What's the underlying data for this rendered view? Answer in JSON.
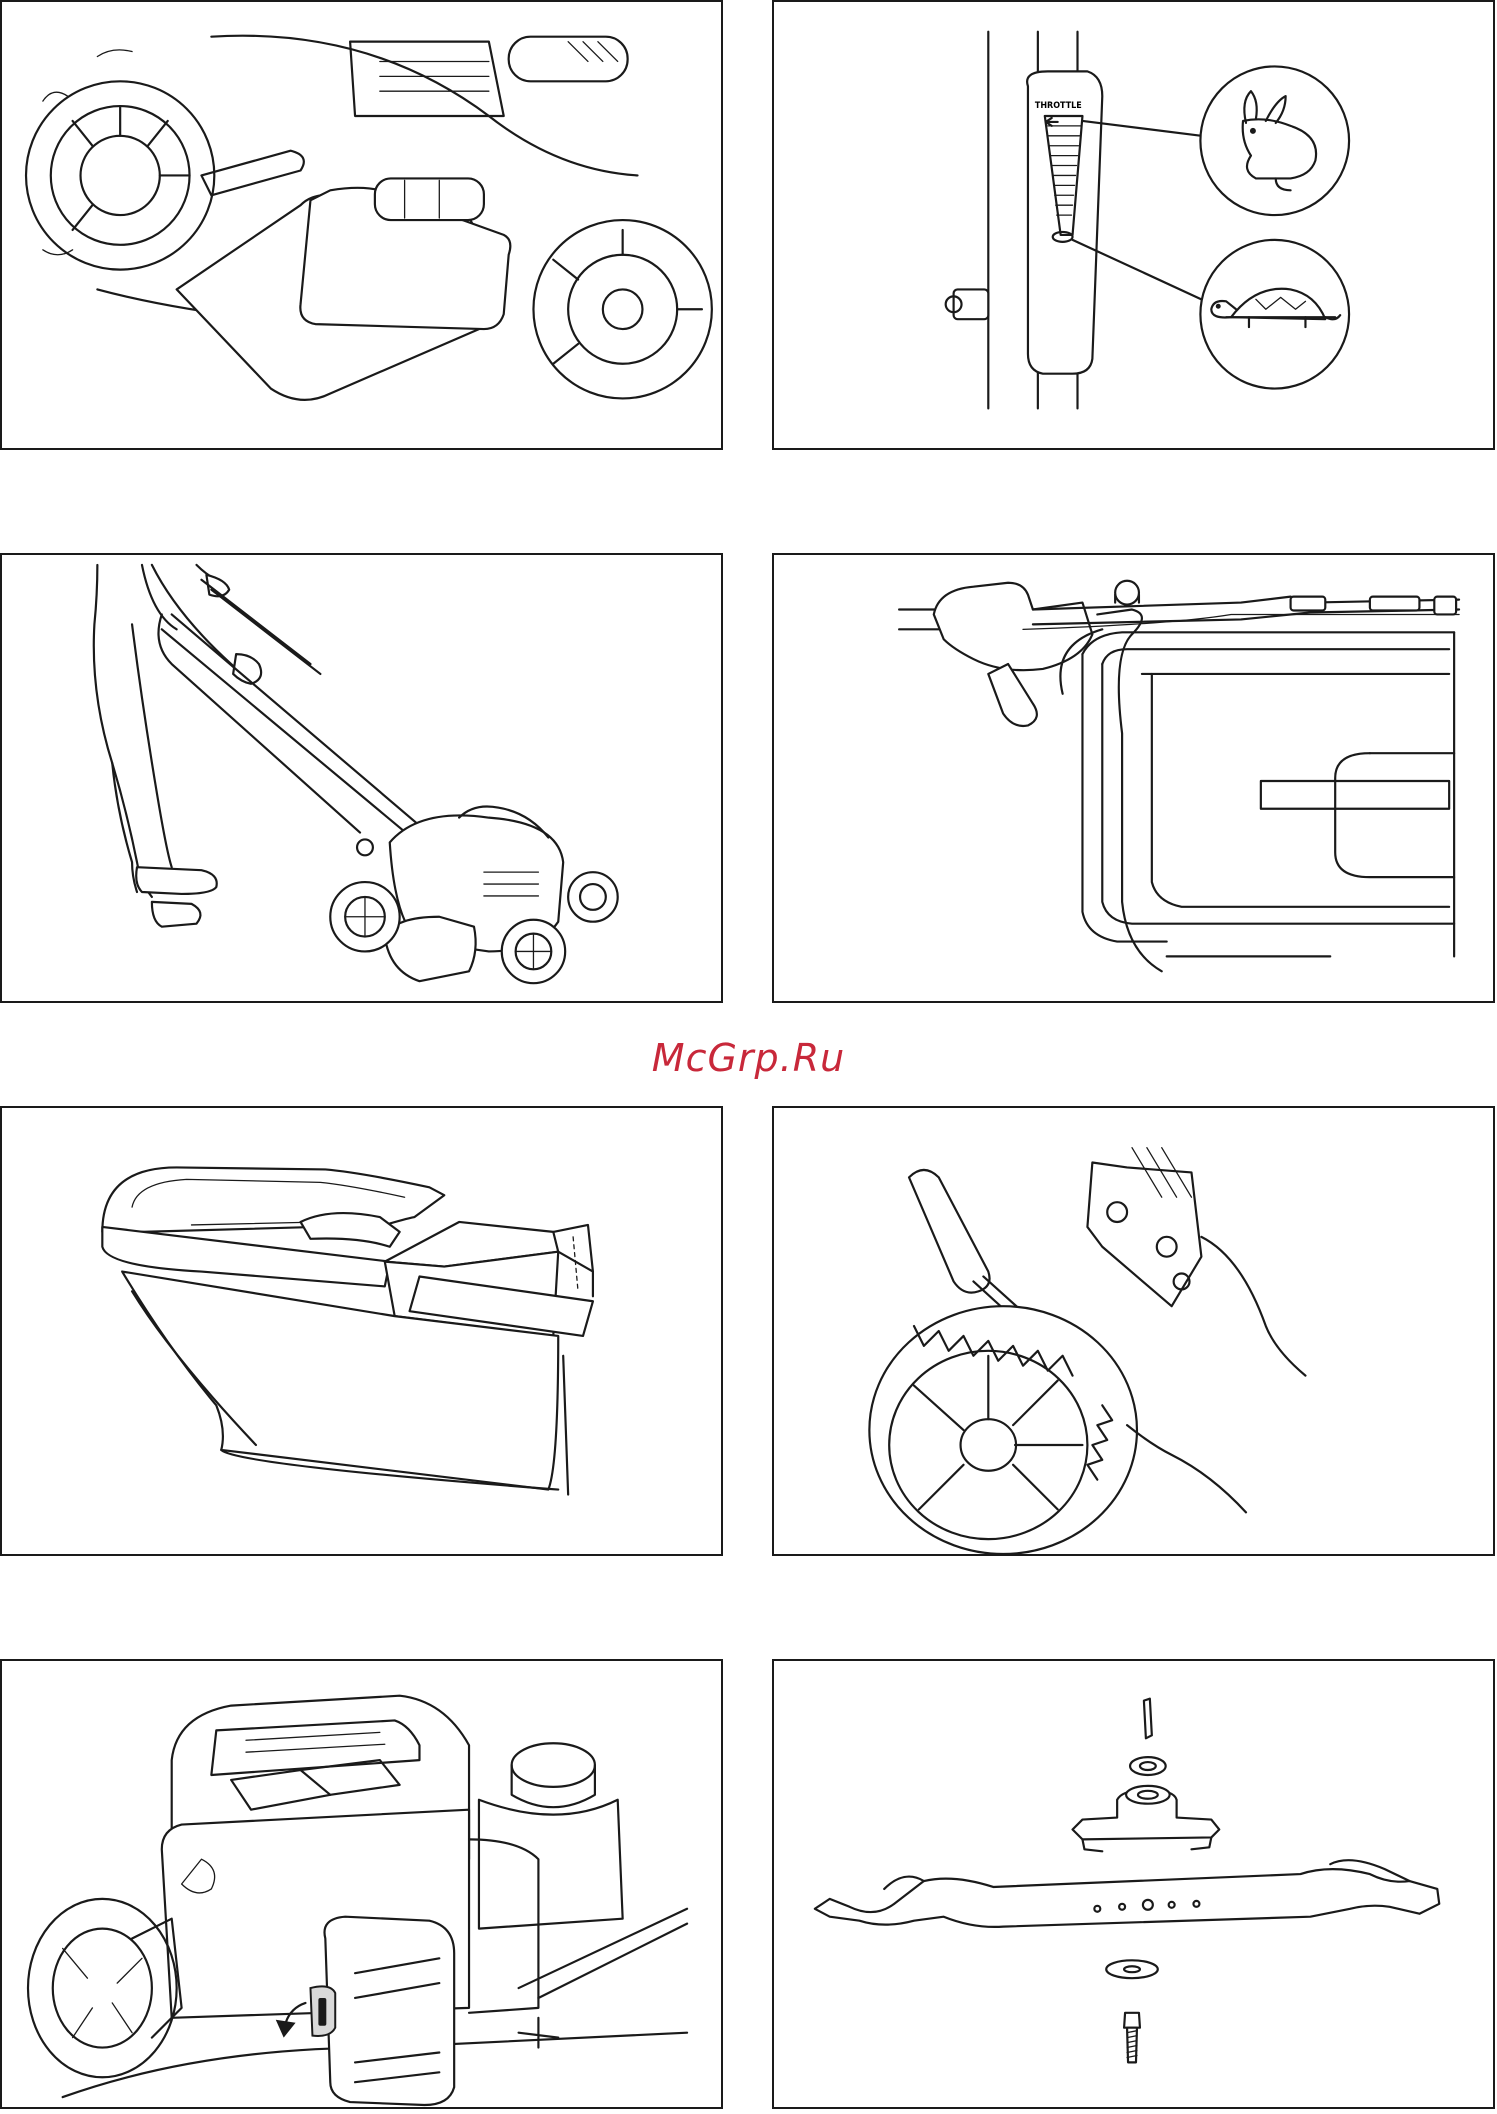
{
  "watermark": {
    "text": "McGrp.Ru",
    "color": "#c8283a"
  },
  "panels": [
    {
      "id": 1,
      "subject": "grass catcher attachment on mower rear"
    },
    {
      "id": 2,
      "subject": "throttle control lever",
      "label": "THROTTLE",
      "icons": [
        "rabbit-icon",
        "turtle-icon"
      ]
    },
    {
      "id": 3,
      "subject": "operator pushing mower"
    },
    {
      "id": 4,
      "subject": "handle cable routing with clips"
    },
    {
      "id": 5,
      "subject": "grass catcher bag with frame"
    },
    {
      "id": 6,
      "subject": "cutting height adjustment lever at wheel"
    },
    {
      "id": 7,
      "subject": "engine with air filter cover latch"
    },
    {
      "id": 8,
      "subject": "blade assembly exploded view"
    }
  ]
}
